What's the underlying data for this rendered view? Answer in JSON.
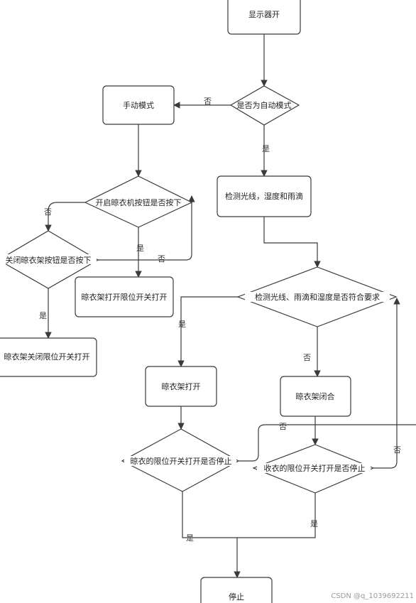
{
  "nodes": {
    "display_on": "显示器开",
    "auto_mode": "是否为自动模式",
    "manual_mode": "手动模式",
    "detect_sensors": "检测光线，湿度和雨滴",
    "open_button": "开启晾衣机按钮是否按下",
    "close_button": "关闭晾衣架按钮是否按下",
    "rack_open_limit": "晾衣架打开限位开关打开",
    "rack_close_limit": "晾衣架关闭限位开关打开",
    "check_requirements": "检测光线、雨滴和湿度是否符合要求",
    "rack_open": "晾衣架打开",
    "rack_closed": "晾衣架闭合",
    "dry_limit_stop": "晾衣的限位开关打开是否停止",
    "collect_limit_stop": "收衣的限位开关打开是否停止",
    "stop": "停止"
  },
  "edge_labels": {
    "no": "否",
    "yes": "是"
  },
  "watermark": "CSDN @q_1039692211"
}
